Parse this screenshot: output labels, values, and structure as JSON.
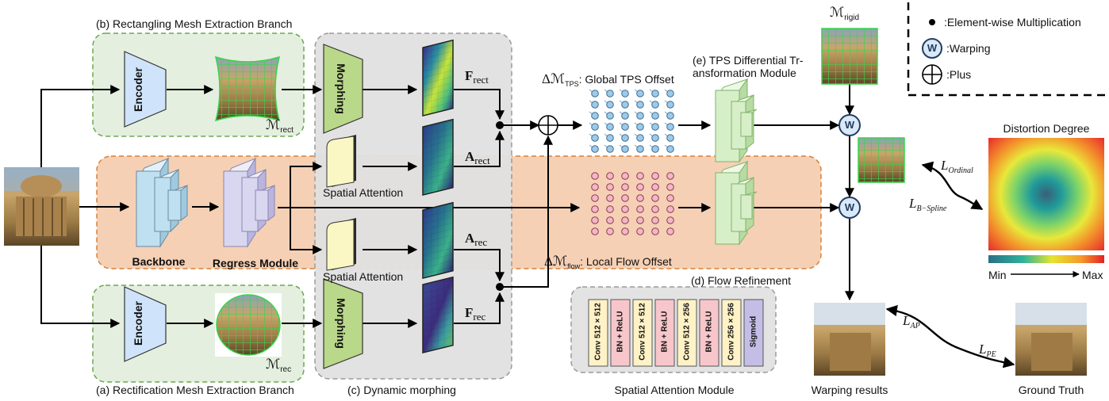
{
  "branches": {
    "rect_branch": "(b) Rectangling Mesh Extraction Branch",
    "rectif_branch": "(a) Rectification Mesh Extraction Branch",
    "dynamic": "(c) Dynamic morphing",
    "tps_module_line1": "(e) TPS Differential Tr-",
    "tps_module_line2": "ansformation Module",
    "flow_refinement": "(d) Flow Refinement"
  },
  "blocks": {
    "encoder": "Encoder",
    "morphing": "Morphing",
    "backbone": "Backbone",
    "regress": "Regress Module",
    "spatial_attention": "Spatial Attention",
    "spatial_attention_module": "Spatial Attention Module"
  },
  "math": {
    "m_rect": "ℳ",
    "m_rect_sub": "rect",
    "m_rec": "ℳ",
    "m_rec_sub": "rec",
    "m_rigid": "ℳ",
    "m_rigid_sub": "rigid",
    "f_rect": "F",
    "f_rect_sub": "rect",
    "a_rect": "A",
    "a_rect_sub": "rect",
    "a_rec": "A",
    "a_rec_sub": "rec",
    "f_rec": "F",
    "f_rec_sub": "rec",
    "tps_offset_sym": "Δℳ",
    "tps_offset_sub": "TPS",
    "tps_offset_text": ": Global TPS Offset",
    "flow_offset_sym": "Δℳ",
    "flow_offset_sub": "flow",
    "flow_offset_text": ": Local Flow Offset"
  },
  "legend": {
    "mult": ":Element-wise Multiplication",
    "warp_symbol": "W",
    "warp": ":Warping",
    "plus": ":Plus"
  },
  "losses": {
    "ordinal": "L",
    "ordinal_sub": "Ordinal",
    "bspline": "L",
    "bspline_sub": "B−Spline",
    "ap": "L",
    "ap_sub": "AP",
    "pe": "L",
    "pe_sub": "PE"
  },
  "distortion": {
    "title": "Distortion Degree",
    "min": "Min",
    "max": "Max"
  },
  "outputs": {
    "warping_results": "Warping results",
    "ground_truth": "Ground Truth"
  },
  "sam_layers": [
    "Conv 512 × 512",
    "BN + ReLU",
    "Conv 512 × 512",
    "BN + ReLU",
    "Conv 512 × 256",
    "BN + ReLU",
    "Conv 256 × 256",
    "Sigmoid"
  ],
  "colors": {
    "green_region": "#e4efdf",
    "green_border": "#6aa84f",
    "orange_region": "#f5d0b5",
    "orange_border": "#d9803a",
    "gray_region": "#e0e0e0",
    "encoder": "#cfe3fa",
    "morphing": "#b9d889",
    "attention": "#fbf7c4",
    "backbone": "#bfe0f0",
    "regress": "#d9d7ef",
    "tps_block": "#d7efc8",
    "warp_circle": "#dbe8f7",
    "tps_dot": "#9ecae7",
    "flow_dot": "#f3b7c6",
    "conv_layer": "#fff2c6",
    "bn_layer": "#f7c6cb",
    "sigmoid_layer": "#c4bee6"
  }
}
